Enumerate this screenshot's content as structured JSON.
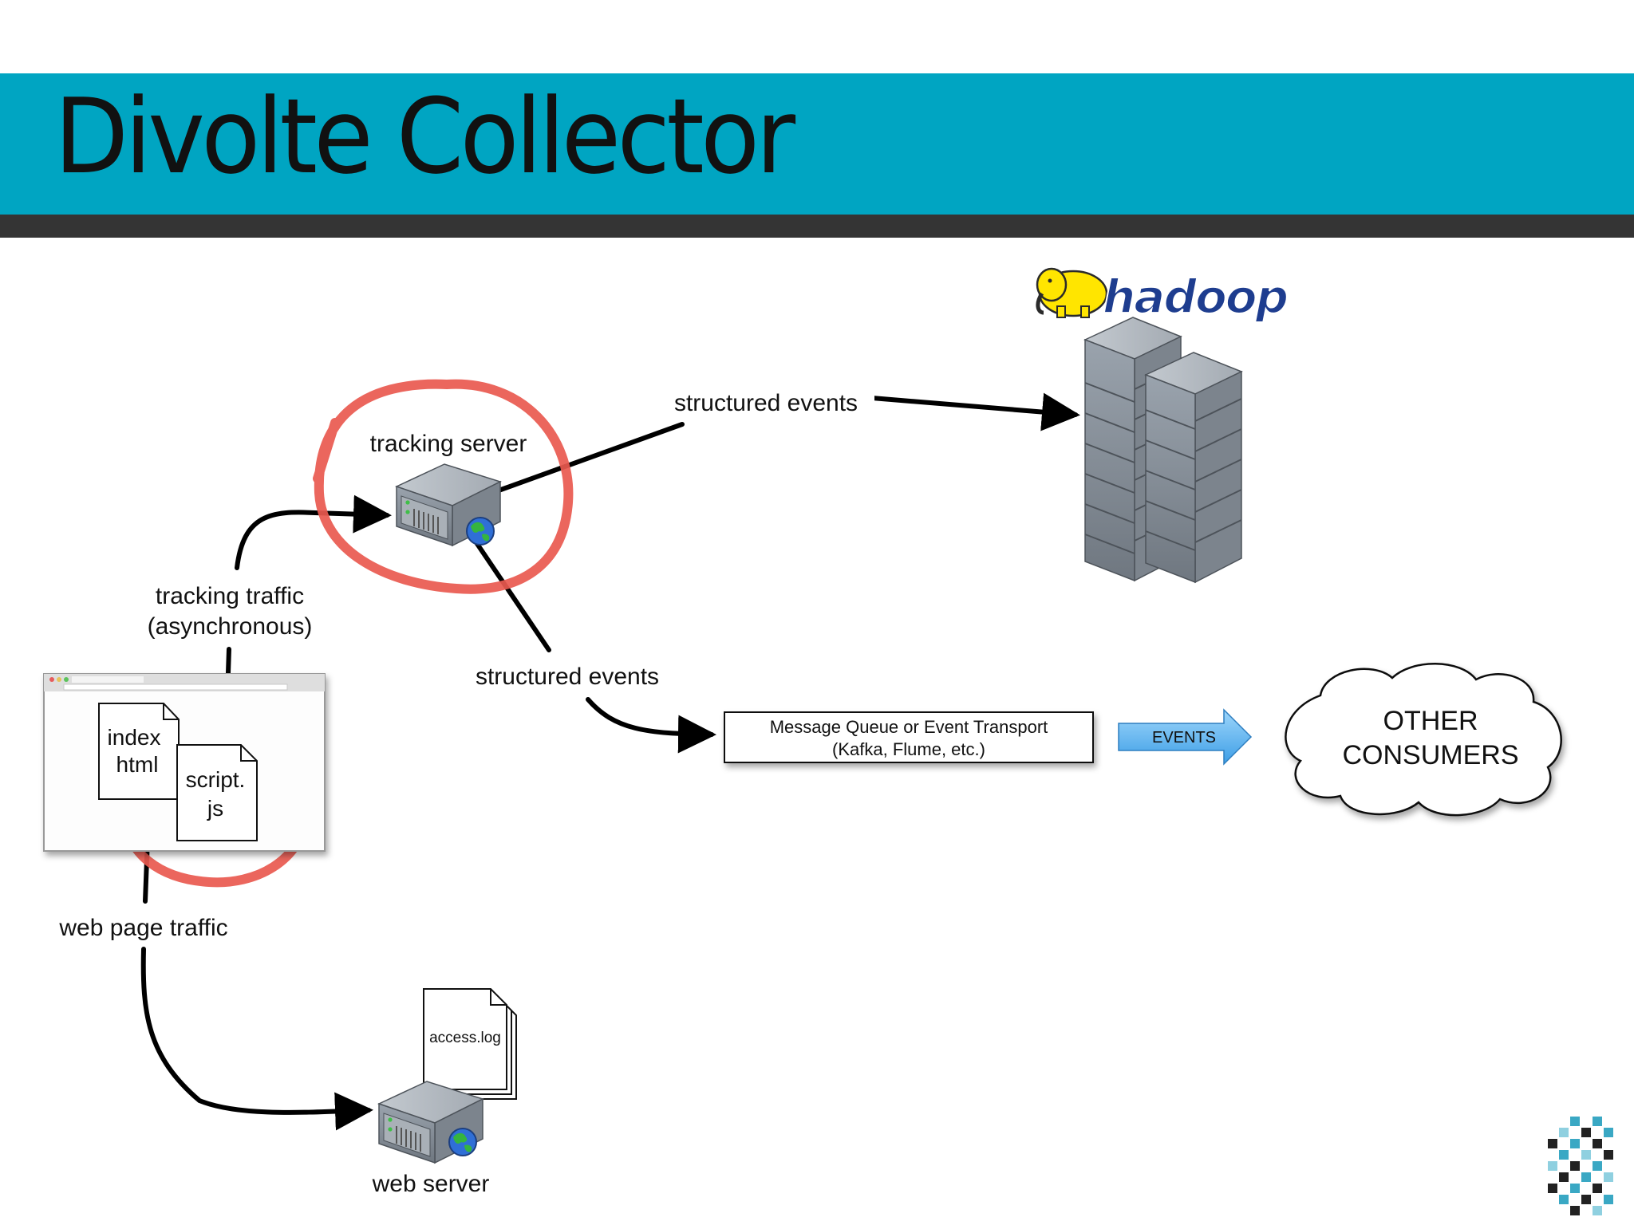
{
  "slide": {
    "title": "Divolte Collector"
  },
  "labels": {
    "tracking_server": "tracking server",
    "structured_events_top": "structured events",
    "structured_events_mid": "structured events",
    "tracking_traffic_1": "tracking traffic",
    "tracking_traffic_2": "(asynchronous)",
    "web_page_traffic": "web page traffic",
    "web_server": "web server",
    "access_log": "access.log",
    "index_1": "index",
    "index_2": "html",
    "script_1": "script.",
    "script_2": "js",
    "queue_1": "Message Queue or Event Transport",
    "queue_2": "(Kafka, Flume, etc.)",
    "events_arrow": "EVENTS",
    "consumers_1": "OTHER",
    "consumers_2": "CONSUMERS",
    "hadoop_logo": "hadoop"
  },
  "colors": {
    "title_band": "#00A5C2",
    "title_shadow": "#343434",
    "highlight_circle": "#E9594F",
    "hadoop_logo": "#1E3D8F",
    "elephant": "#FFE500",
    "events_arrow": "#54B2EE"
  },
  "icons": [
    "server-icon",
    "globe-icon",
    "document-icon",
    "browser-window-icon",
    "cloud-icon",
    "hadoop-elephant-icon",
    "company-logo-icon"
  ]
}
